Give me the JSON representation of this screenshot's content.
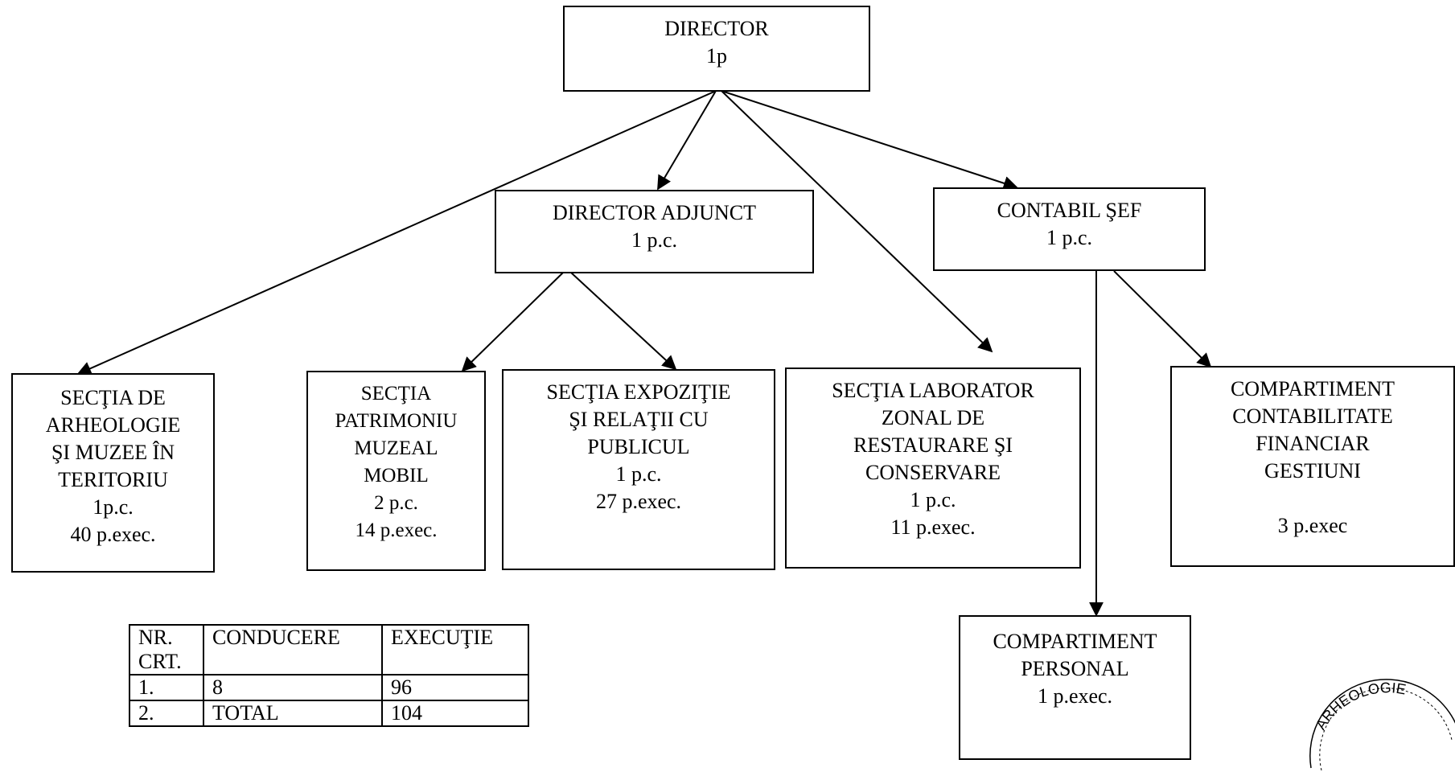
{
  "nodes": {
    "director": {
      "title": "DIRECTOR",
      "line2": "1p"
    },
    "director_adjunct": {
      "title": "DIRECTOR ADJUNCT",
      "line2": "1 p.c."
    },
    "contabil_sef": {
      "title": "CONTABIL ŞEF",
      "line2": "1 p.c."
    },
    "sectia_arheologie": {
      "title": "SECŢIA DE\nARHEOLOGIE\nŞI MUZEE ÎN\nTERITORIU",
      "line2": "1p.c.",
      "line3": "40 p.exec."
    },
    "sectia_patrimoniu": {
      "title": "SECŢIA\nPATRIMONIU\nMUZEAL\nMOBIL",
      "line2": "2 p.c.",
      "line3": "14 p.exec."
    },
    "sectia_expozitie": {
      "title": "SECŢIA EXPOZIŢIE\nŞI RELAŢII CU\nPUBLICUL",
      "line2": "1 p.c.",
      "line3": "27 p.exec."
    },
    "sectia_laborator": {
      "title": "SECŢIA LABORATOR\nZONAL DE\nRESTAURARE ŞI\nCONSERVARE",
      "line2": "1 p.c.",
      "line3": "11 p.exec."
    },
    "compartiment_contabilitate": {
      "title": "COMPARTIMENT\nCONTABILITATE\nFINANCIAR\nGESTIUNI",
      "line3": "3 p.exec"
    },
    "compartiment_personal": {
      "title": "COMPARTIMENT\nPERSONAL",
      "line2": "1 p.exec."
    }
  },
  "summary_table": {
    "headers": [
      "NR.\nCRT.",
      "CONDUCERE",
      "EXECUŢIE"
    ],
    "rows": [
      [
        "1.",
        "8",
        "96"
      ],
      [
        "2.",
        "TOTAL",
        "104"
      ]
    ]
  },
  "stamp_text": "ARHEOLOGIE"
}
